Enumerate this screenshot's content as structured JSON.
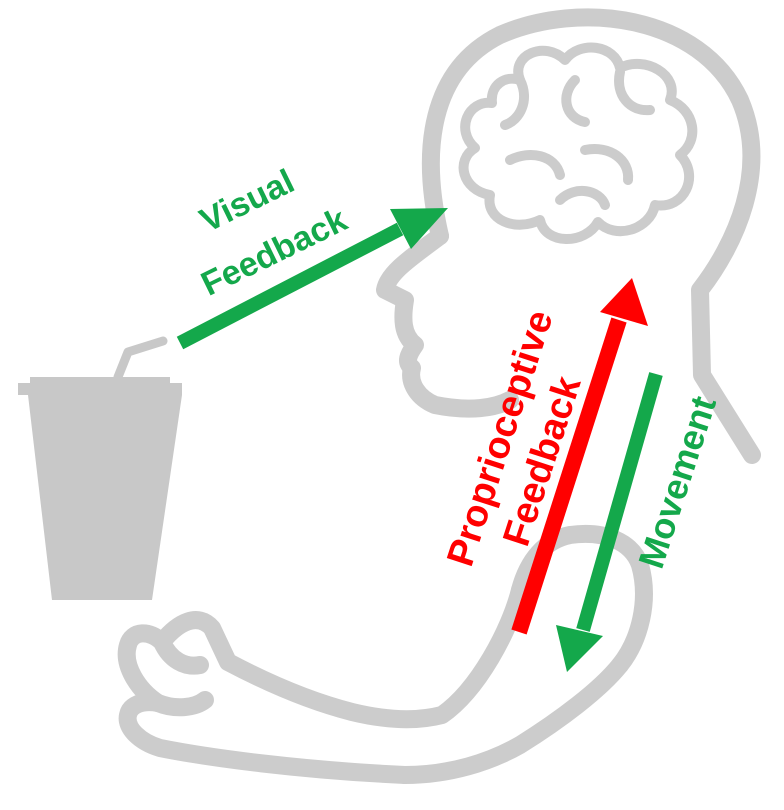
{
  "labels": {
    "visual_line1": "Visual",
    "visual_line2": "Feedback",
    "proprio_line1": "Proprioceptive",
    "proprio_line2": "Feedback",
    "movement": "Movement"
  },
  "colors": {
    "outline": "#cccccc",
    "cup": "#c8c8c8",
    "green": "#14a84b",
    "red": "#ff0000"
  },
  "icons": [
    "head-outline-icon",
    "brain-icon",
    "cup-with-straw-icon",
    "arm-outline-icon"
  ]
}
